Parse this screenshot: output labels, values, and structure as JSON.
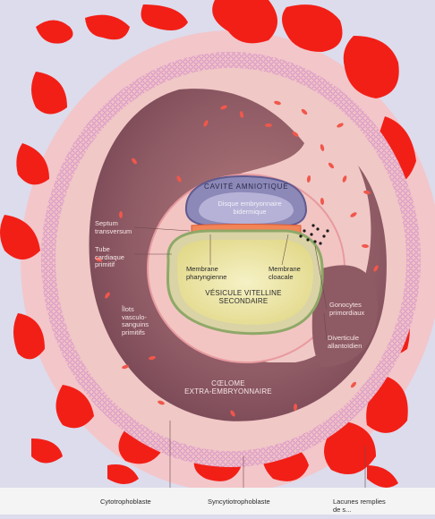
{
  "colors": {
    "background": "#dcdcec",
    "lacunae_red": "#f21f17",
    "cytotrophoblast_pink": "#f4c0c6",
    "syncytium_purple": "#c98fc9",
    "coelom_brown": "#8a5560",
    "mesoderm_pink": "#f2c7c4",
    "amniotic_cavity": "#8a86b4",
    "yolk_sac_yellow": "#eee8a4",
    "embryonic_disc_orange": "#f28457",
    "primordial_germ_cells": "#1a1a1a"
  },
  "labels": {
    "amniotic_cavity": "CAVITÉ AMNIOTIQUE",
    "embryonic_disc": [
      "Disque embryonnaire",
      "bidermique"
    ],
    "septum": [
      "Septum",
      "transversum"
    ],
    "tube": [
      "Tube",
      "cardiaque",
      "primitif"
    ],
    "pharyngeal": [
      "Membrane",
      "pharyngienne"
    ],
    "cloacal": [
      "Membrane",
      "cloacale"
    ],
    "yolk_sac": [
      "VÉSICULE VITELLINE",
      "SECONDAIRE"
    ],
    "germ_cells": [
      "Gonocytes",
      "primordiaux"
    ],
    "blood_islands": [
      "Îlots",
      "vasculo-",
      "sanguins",
      "primitifs"
    ],
    "allantois": [
      "Diverticule",
      "allantoïdien"
    ],
    "coelom": [
      "CŒLOME",
      "EXTRA-EMBRYONNAIRE"
    ],
    "cytotrophoblast": "Cytotrophoblaste",
    "syncytiotrophoblast": "Syncytiotrophoblaste",
    "lacunae": [
      "Lacunes remplies",
      "de s..."
    ]
  }
}
